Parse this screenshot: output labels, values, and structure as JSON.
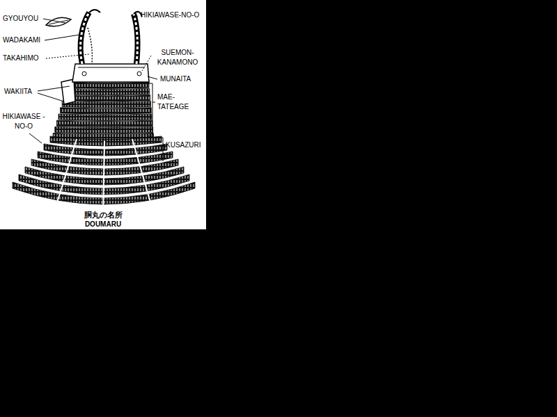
{
  "diagram": {
    "caption": "胴丸の名所",
    "labels": [
      "GYOUYOU",
      "HIKIAWASE-NO-O",
      "WADAKAMI",
      "TAKAHIMO",
      "SUEMON- KANAMONO",
      "MUNAITA",
      "WAKIITA",
      "MAE- TATEAGE",
      "HIKIAWASE -NO-O",
      "KUSAZURI",
      "DOUMARU"
    ]
  }
}
